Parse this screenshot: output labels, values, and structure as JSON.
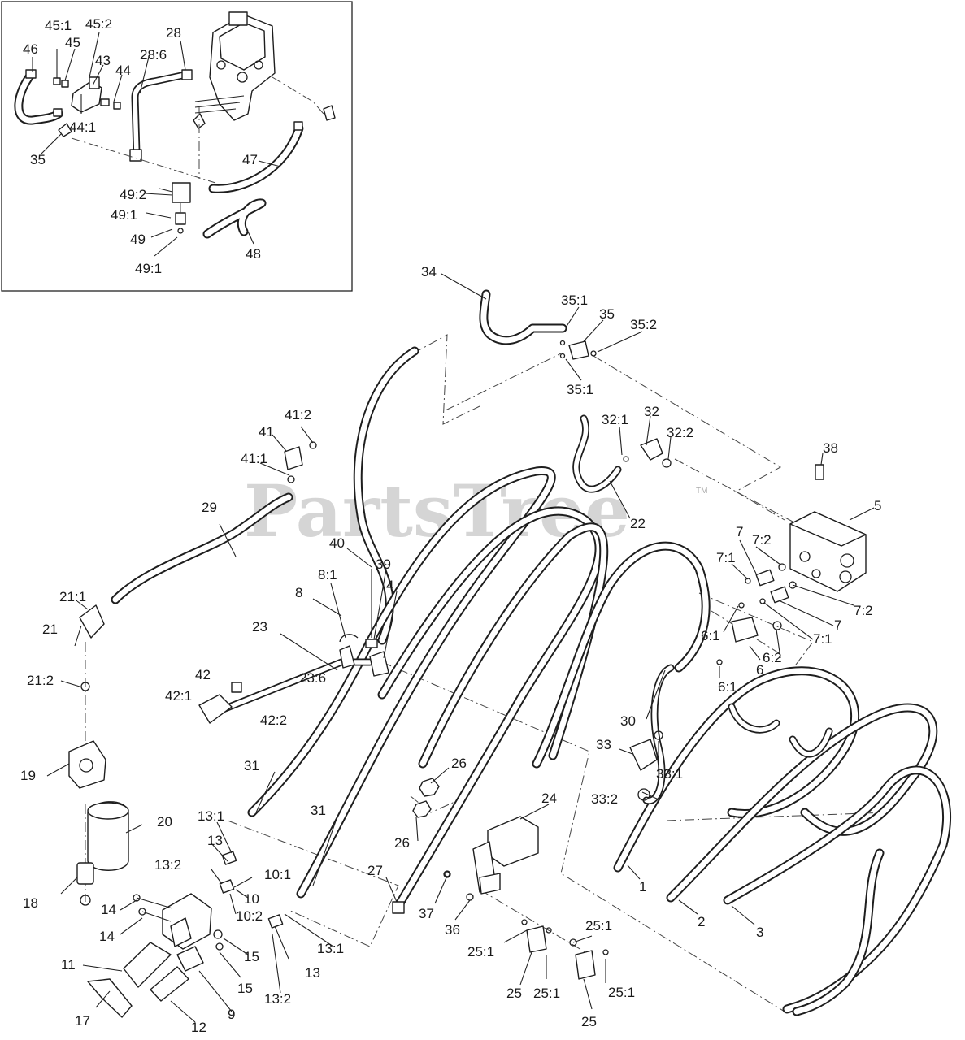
{
  "watermark": {
    "text": "PartsTree",
    "tm": "TM"
  },
  "callouts": [
    {
      "id": "45:1",
      "text": "45:1"
    },
    {
      "id": "45:2",
      "text": "45:2"
    },
    {
      "id": "45",
      "text": "45"
    },
    {
      "id": "46",
      "text": "46"
    },
    {
      "id": "43",
      "text": "43"
    },
    {
      "id": "44",
      "text": "44"
    },
    {
      "id": "28",
      "text": "28"
    },
    {
      "id": "28:6",
      "text": "28:6"
    },
    {
      "id": "44:1",
      "text": "44:1"
    },
    {
      "id": "35-inset",
      "text": "35"
    },
    {
      "id": "47",
      "text": "47"
    },
    {
      "id": "49:2",
      "text": "49:2"
    },
    {
      "id": "49:1-a",
      "text": "49:1"
    },
    {
      "id": "49",
      "text": "49"
    },
    {
      "id": "49:1-b",
      "text": "49:1"
    },
    {
      "id": "48",
      "text": "48"
    },
    {
      "id": "34",
      "text": "34"
    },
    {
      "id": "35:1-a",
      "text": "35:1"
    },
    {
      "id": "35",
      "text": "35"
    },
    {
      "id": "35:2",
      "text": "35:2"
    },
    {
      "id": "35:1-b",
      "text": "35:1"
    },
    {
      "id": "32:1",
      "text": "32:1"
    },
    {
      "id": "32",
      "text": "32"
    },
    {
      "id": "32:2",
      "text": "32:2"
    },
    {
      "id": "38",
      "text": "38"
    },
    {
      "id": "5",
      "text": "5"
    },
    {
      "id": "22",
      "text": "22"
    },
    {
      "id": "41:2",
      "text": "41:2"
    },
    {
      "id": "41",
      "text": "41"
    },
    {
      "id": "41:1",
      "text": "41:1"
    },
    {
      "id": "29",
      "text": "29"
    },
    {
      "id": "40",
      "text": "40"
    },
    {
      "id": "39",
      "text": "39"
    },
    {
      "id": "8:1",
      "text": "8:1"
    },
    {
      "id": "4",
      "text": "4"
    },
    {
      "id": "8",
      "text": "8"
    },
    {
      "id": "7-a",
      "text": "7"
    },
    {
      "id": "7:2-a",
      "text": "7:2"
    },
    {
      "id": "7:1-a",
      "text": "7:1"
    },
    {
      "id": "7:2-b",
      "text": "7:2"
    },
    {
      "id": "7-b",
      "text": "7"
    },
    {
      "id": "7:1-b",
      "text": "7:1"
    },
    {
      "id": "6:1-a",
      "text": "6:1"
    },
    {
      "id": "6:2",
      "text": "6:2"
    },
    {
      "id": "6",
      "text": "6"
    },
    {
      "id": "6:1-b",
      "text": "6:1"
    },
    {
      "id": "21:1",
      "text": "21:1"
    },
    {
      "id": "21",
      "text": "21"
    },
    {
      "id": "23",
      "text": "23"
    },
    {
      "id": "42",
      "text": "42"
    },
    {
      "id": "42:1",
      "text": "42:1"
    },
    {
      "id": "42:2",
      "text": "42:2"
    },
    {
      "id": "23:6",
      "text": "23:6"
    },
    {
      "id": "21:2",
      "text": "21:2"
    },
    {
      "id": "19",
      "text": "19"
    },
    {
      "id": "20",
      "text": "20"
    },
    {
      "id": "18",
      "text": "18"
    },
    {
      "id": "30",
      "text": "30"
    },
    {
      "id": "33",
      "text": "33"
    },
    {
      "id": "33:1",
      "text": "33:1"
    },
    {
      "id": "33:2",
      "text": "33:2"
    },
    {
      "id": "31-a",
      "text": "31"
    },
    {
      "id": "31-b",
      "text": "31"
    },
    {
      "id": "26-a",
      "text": "26"
    },
    {
      "id": "26-b",
      "text": "26"
    },
    {
      "id": "24",
      "text": "24"
    },
    {
      "id": "13:1-a",
      "text": "13:1"
    },
    {
      "id": "13-a",
      "text": "13"
    },
    {
      "id": "13:2-a",
      "text": "13:2"
    },
    {
      "id": "10:1",
      "text": "10:1"
    },
    {
      "id": "10",
      "text": "10"
    },
    {
      "id": "10:2",
      "text": "10:2"
    },
    {
      "id": "14-a",
      "text": "14"
    },
    {
      "id": "14-b",
      "text": "14"
    },
    {
      "id": "15-a",
      "text": "15"
    },
    {
      "id": "15-b",
      "text": "15"
    },
    {
      "id": "11",
      "text": "11"
    },
    {
      "id": "17",
      "text": "17"
    },
    {
      "id": "12",
      "text": "12"
    },
    {
      "id": "9",
      "text": "9"
    },
    {
      "id": "13:1-b",
      "text": "13:1"
    },
    {
      "id": "13-b",
      "text": "13"
    },
    {
      "id": "13:2-b",
      "text": "13:2"
    },
    {
      "id": "27",
      "text": "27"
    },
    {
      "id": "37",
      "text": "37"
    },
    {
      "id": "36",
      "text": "36"
    },
    {
      "id": "25:1-a",
      "text": "25:1"
    },
    {
      "id": "25-a",
      "text": "25"
    },
    {
      "id": "25:1-b",
      "text": "25:1"
    },
    {
      "id": "25:1-c",
      "text": "25:1"
    },
    {
      "id": "25:1-d",
      "text": "25:1"
    },
    {
      "id": "25-b",
      "text": "25"
    },
    {
      "id": "1",
      "text": "1"
    },
    {
      "id": "2",
      "text": "2"
    },
    {
      "id": "3",
      "text": "3"
    }
  ]
}
